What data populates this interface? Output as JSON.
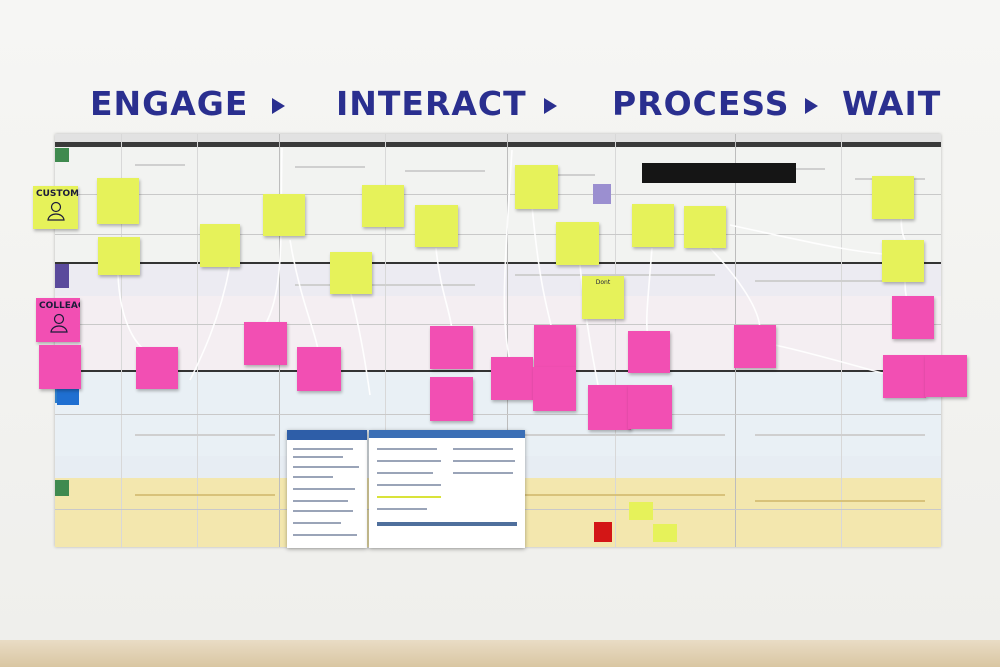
{
  "header": {
    "stages": [
      "ENGAGE",
      "INTERACT",
      "PROCESS",
      "WAIT"
    ]
  },
  "notes": {
    "customer": "CUSTOMER",
    "colleague": "COLLEAGUE",
    "dont": "Dont"
  },
  "colors": {
    "marker_blue": "#2a2f8f",
    "sticky_yellow": "#e6f25a",
    "sticky_pink": "#f24fb3",
    "sticky_orange": "#f7c768",
    "band_green": "#3f8a4f",
    "band_purple": "#5a4a9c",
    "band_blue": "#2f7fc8",
    "band_yellow": "#e6cf6b"
  }
}
